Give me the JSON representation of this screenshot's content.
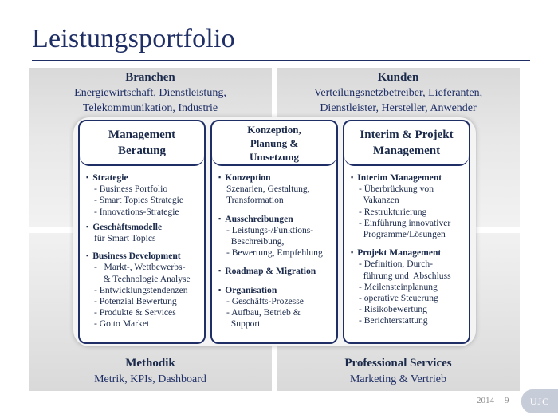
{
  "slide": {
    "title": "Leistungsportfolio",
    "footer_year": "2014",
    "page_number": "9",
    "logo_text": "UJC"
  },
  "quadrants": {
    "top_left": {
      "heading": "Branchen",
      "lines": [
        "Energiewirtschaft, Dienstleistung,",
        "Telekommunikation, Industrie"
      ]
    },
    "top_right": {
      "heading": "Kunden",
      "lines": [
        "Verteilungsnetzbetreiber, Lieferanten,",
        "Dienstleister, Hersteller, Anwender"
      ]
    },
    "bottom_left": {
      "heading": "Methodik",
      "lines": [
        "Metrik, KPIs, Dashboard"
      ]
    },
    "bottom_right": {
      "heading": "Professional Services",
      "lines": [
        "Marketing & Vertrieb"
      ]
    }
  },
  "columns": {
    "left": {
      "heading_lines": [
        "Management",
        "Beratung"
      ],
      "sections": [
        {
          "title": "Strategie",
          "lines": [
            "- Business Portfolio",
            "- Smart Topics Strategie",
            "- Innovations-Strategie"
          ]
        },
        {
          "title": "Geschäftsmodelle",
          "lines": [
            "für Smart Topics"
          ]
        },
        {
          "title": "Business Development",
          "lines": [
            "-   Markt-, Wettbewerbs-",
            "    & Technologie Analyse",
            "- Entwicklungstendenzen",
            "- Potenzial Bewertung",
            "- Produkte & Services",
            "- Go to Market"
          ]
        }
      ]
    },
    "middle": {
      "heading_lines": [
        "Konzeption,",
        "Planung &",
        "Umsetzung"
      ],
      "sections": [
        {
          "title": "Konzeption",
          "lines": [
            "Szenarien, Gestaltung,",
            "Transformation"
          ]
        },
        {
          "title": "Ausschreibungen",
          "lines": [
            "- Leistungs-/Funktions-",
            "  Beschreibung,",
            "- Bewertung, Empfehlung"
          ]
        },
        {
          "title": "Roadmap & Migration",
          "lines": []
        },
        {
          "title": "Organisation",
          "lines": [
            "- Geschäfts-Prozesse",
            "- Aufbau, Betrieb &",
            "  Support"
          ]
        }
      ]
    },
    "right": {
      "heading_lines": [
        "Interim & Projekt",
        "Management"
      ],
      "sections": [
        {
          "title": "Interim Management",
          "lines": [
            "- Überbrückung von",
            "  Vakanzen",
            "- Restrukturierung",
            "- Einführung innovativer",
            "  Programme/Lösungen"
          ]
        },
        {
          "title": "Projekt Management",
          "lines": [
            "- Definition, Durch-",
            "  führung und  Abschluss",
            "- Meilensteinplanung",
            "- operative Steuerung",
            "- Risikobewertung",
            "- Berichterstattung"
          ]
        }
      ]
    }
  }
}
